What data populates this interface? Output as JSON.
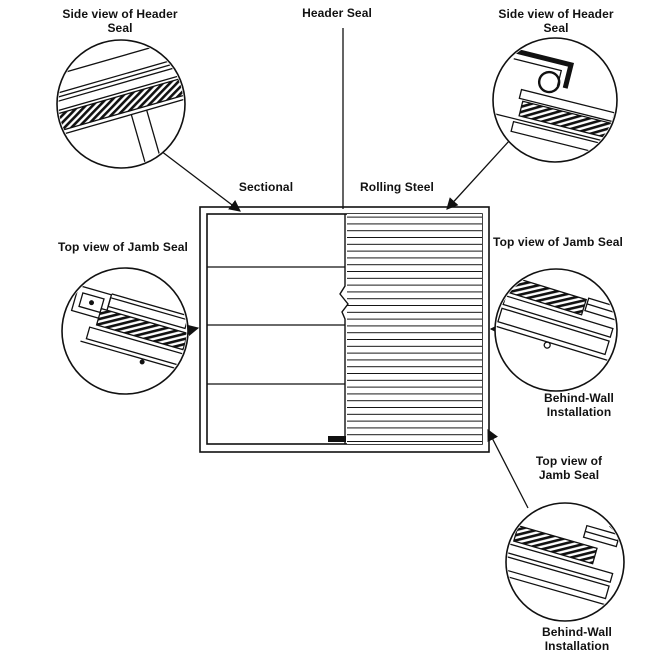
{
  "figure": {
    "door": {
      "left_panel_label": "Sectional",
      "right_panel_label": "Rolling Steel"
    },
    "callouts": {
      "header_seal": "Header Seal",
      "side_view_header_seal_left": "Side view of Header Seal",
      "side_view_header_seal_right": "Side view of Header Seal",
      "top_view_jamb_seal_left": "Top view of Jamb Seal",
      "top_view_jamb_seal_right": "Top view of Jamb Seal",
      "top_view_jamb_seal_bottom": "Top view of\nJamb Seal",
      "behind_wall_right": "Behind-Wall\nInstallation",
      "behind_wall_bottom": "Behind-Wall\nInstallation"
    },
    "colors": {
      "ink": "#111111",
      "background": "#ffffff"
    }
  }
}
